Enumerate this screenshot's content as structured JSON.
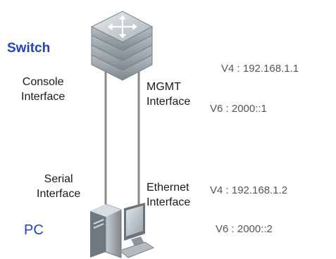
{
  "switch_label": "Switch",
  "pc_label": "PC",
  "console_interface": "Console\nInterface",
  "mgmt_interface": "MGMT\nInterface",
  "serial_interface": "Serial\nInterface",
  "ethernet_interface": "Ethernet\nInterface",
  "switch_v4": "V4 : 192.168.1.1",
  "switch_v6": "V6 : 2000::1",
  "pc_v4": "V4 : 192.168.1.2",
  "pc_v6": "V6 : 2000::2",
  "colors": {
    "label_blue": "#1f3fd1",
    "switch_gray": "#9aa3a9",
    "cable": "#8a8a8a"
  },
  "icons": {
    "switch": "network-switch-icon",
    "pc": "desktop-pc-icon"
  }
}
